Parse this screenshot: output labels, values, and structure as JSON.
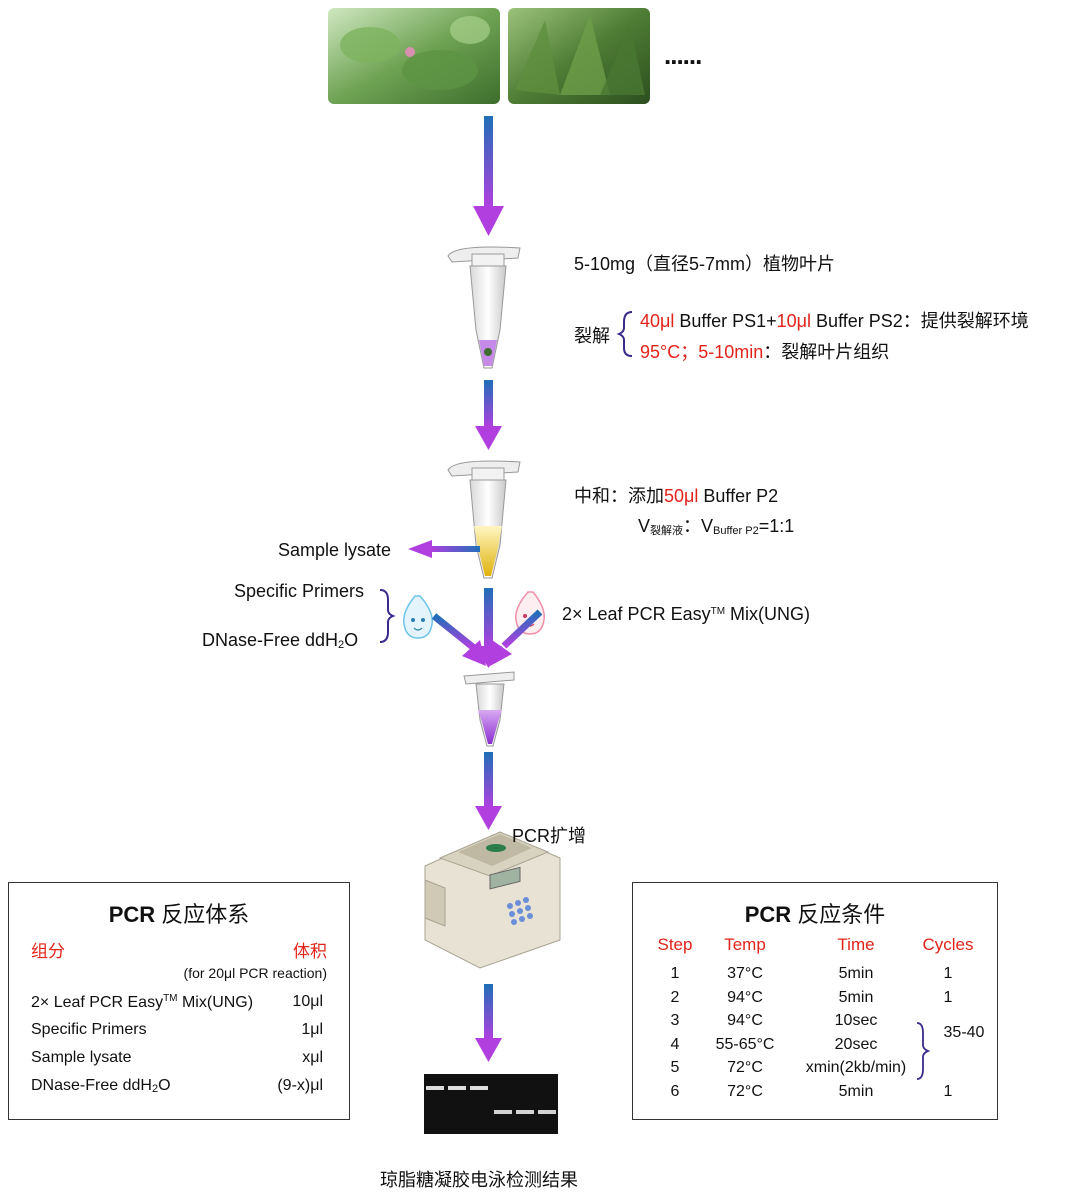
{
  "top": {
    "ellipsis": "......",
    "photos": [
      "leaf-photo-1",
      "leaf-photo-2"
    ]
  },
  "step1": {
    "sample_text": "5-10mg（直径5-7mm）植物叶片"
  },
  "lysis": {
    "label": "裂解",
    "line1": {
      "vol1": "40μl",
      "buf1": " Buffer PS1+",
      "vol2": "10μl",
      "buf2": " Buffer PS2：提供裂解环境"
    },
    "line2": {
      "cond": "95°C；5-10min",
      "desc": "：裂解叶片组织"
    }
  },
  "neutral": {
    "prefix": "中和：添加",
    "vol": "50μl",
    "buf": " Buffer P2",
    "ratio_v1": "V",
    "ratio_sub1": "裂解液",
    "ratio_sep": "：V",
    "ratio_sub2": "Buffer P2",
    "ratio_val": "=1:1"
  },
  "sample_lysate": "Sample lysate",
  "primers": "Specific Primers",
  "ddh2o_pre": "DNase-Free ddH",
  "ddh2o_sub": "2",
  "ddh2o_post": "O",
  "mix": {
    "pre": "2× Leaf PCR Easy",
    "tm": "TM",
    "post": " Mix(UNG)"
  },
  "pcr_amp": "PCR扩增",
  "gel_caption": "琼脂糖凝胶电泳检测结果",
  "system": {
    "title_bold": "PCR",
    "title_rest": " 反应体系",
    "col_component": "组分",
    "col_volume": "体积",
    "note": "(for 20μl PCR reaction)",
    "rows": [
      {
        "pre": "2× Leaf PCR Easy",
        "tm": "TM",
        "post": " Mix(UNG)",
        "vol": "10μl"
      },
      {
        "pre": "Specific Primers",
        "tm": "",
        "post": "",
        "vol": "1μl"
      },
      {
        "pre": "Sample lysate",
        "tm": "",
        "post": "",
        "vol": "xμl"
      },
      {
        "pre": "DNase-Free ddH",
        "sub": "2",
        "post": "O",
        "vol": "(9-x)μl"
      }
    ]
  },
  "conditions": {
    "title_bold": "PCR",
    "title_rest": " 反应条件",
    "headers": [
      "Step",
      "Temp",
      "Time",
      "Cycles"
    ],
    "rows": [
      {
        "step": "1",
        "temp": "37°C",
        "time": "5min",
        "cycles": "1"
      },
      {
        "step": "2",
        "temp": "94°C",
        "time": "5min",
        "cycles": "1"
      },
      {
        "step": "3",
        "temp": "94°C",
        "time": "10sec",
        "cycles": ""
      },
      {
        "step": "4",
        "temp": "55-65°C",
        "time": "20sec",
        "cycles": "35-40"
      },
      {
        "step": "5",
        "temp": "72°C",
        "time": "xmin(2kb/min)",
        "cycles": ""
      },
      {
        "step": "6",
        "temp": "72°C",
        "time": "5min",
        "cycles": "1"
      }
    ]
  },
  "colors": {
    "arrow_top": "#1f6fb8",
    "arrow_bottom": "#b13fe0",
    "accent_red": "#e2231a",
    "brace": "#3b2a8c"
  }
}
